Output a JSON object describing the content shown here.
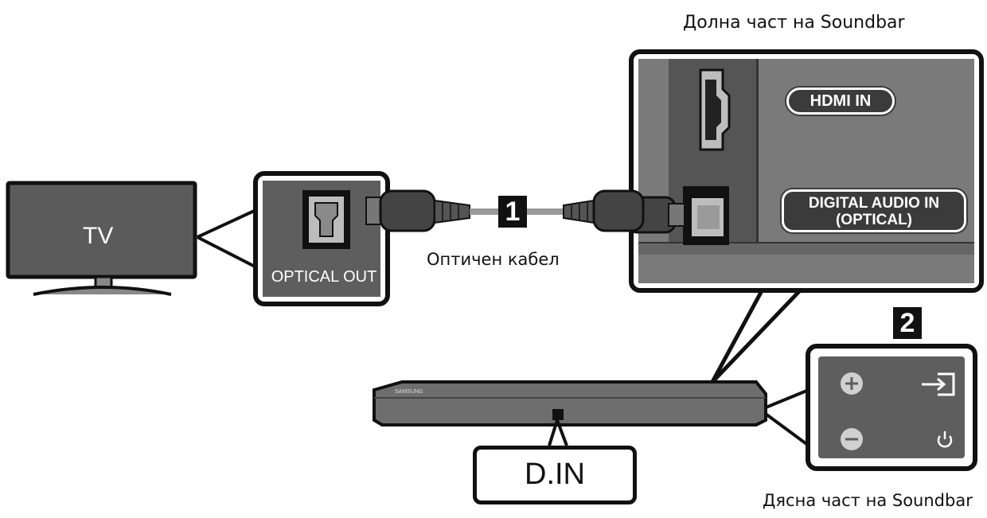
{
  "labels": {
    "bottom_title": "Долна част на Soundbar",
    "right_title": "Дясна част на Soundbar",
    "tv": "TV",
    "optical_out": "OPTICAL OUT",
    "cable": "Оптичен кабел",
    "hdmi_in": "HDMI IN",
    "digital_audio_line1": "DIGITAL AUDIO IN",
    "digital_audio_line2": "(OPTICAL)",
    "din": "D.IN",
    "step1": "1",
    "step2": "2",
    "soundbar_logo": "SAMSUNG"
  },
  "icons": [
    "plus-icon",
    "minus-icon",
    "input-source-icon",
    "power-icon",
    "optical-port-icon",
    "hdmi-port-icon"
  ]
}
